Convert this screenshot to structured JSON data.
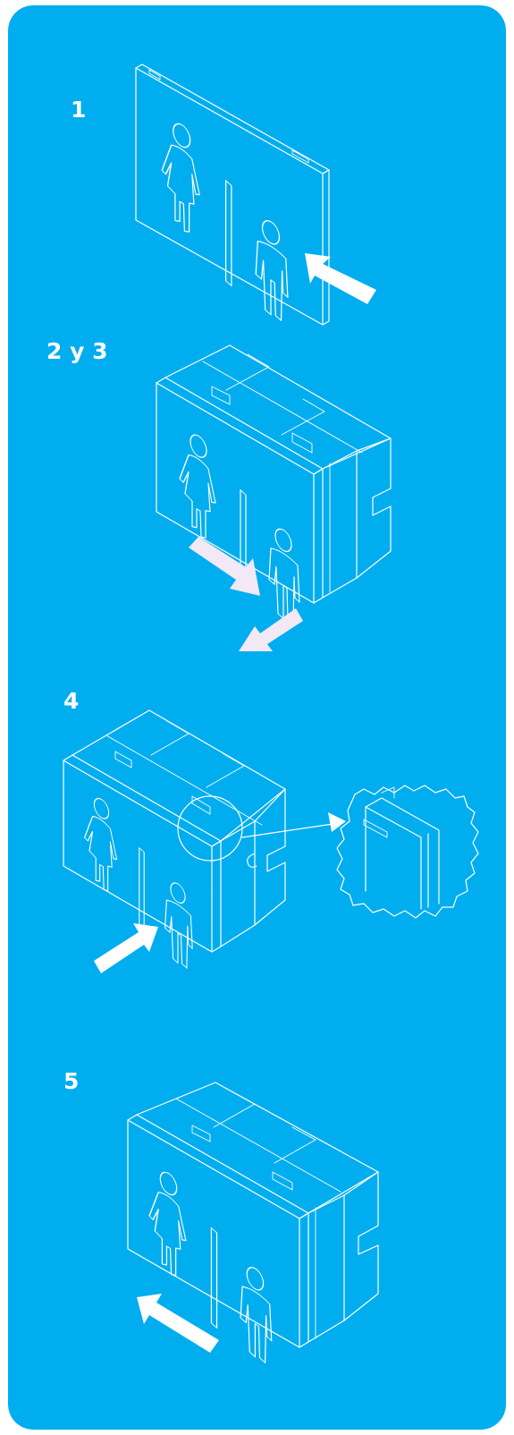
{
  "colors": {
    "panel": "#00adef",
    "line": "#ffffff",
    "arrow": "#ffffff",
    "arrow_pink": "#f3e8f5"
  },
  "steps": [
    {
      "label": "1"
    },
    {
      "label": "2 y 3"
    },
    {
      "label": "4"
    },
    {
      "label": "5"
    }
  ]
}
